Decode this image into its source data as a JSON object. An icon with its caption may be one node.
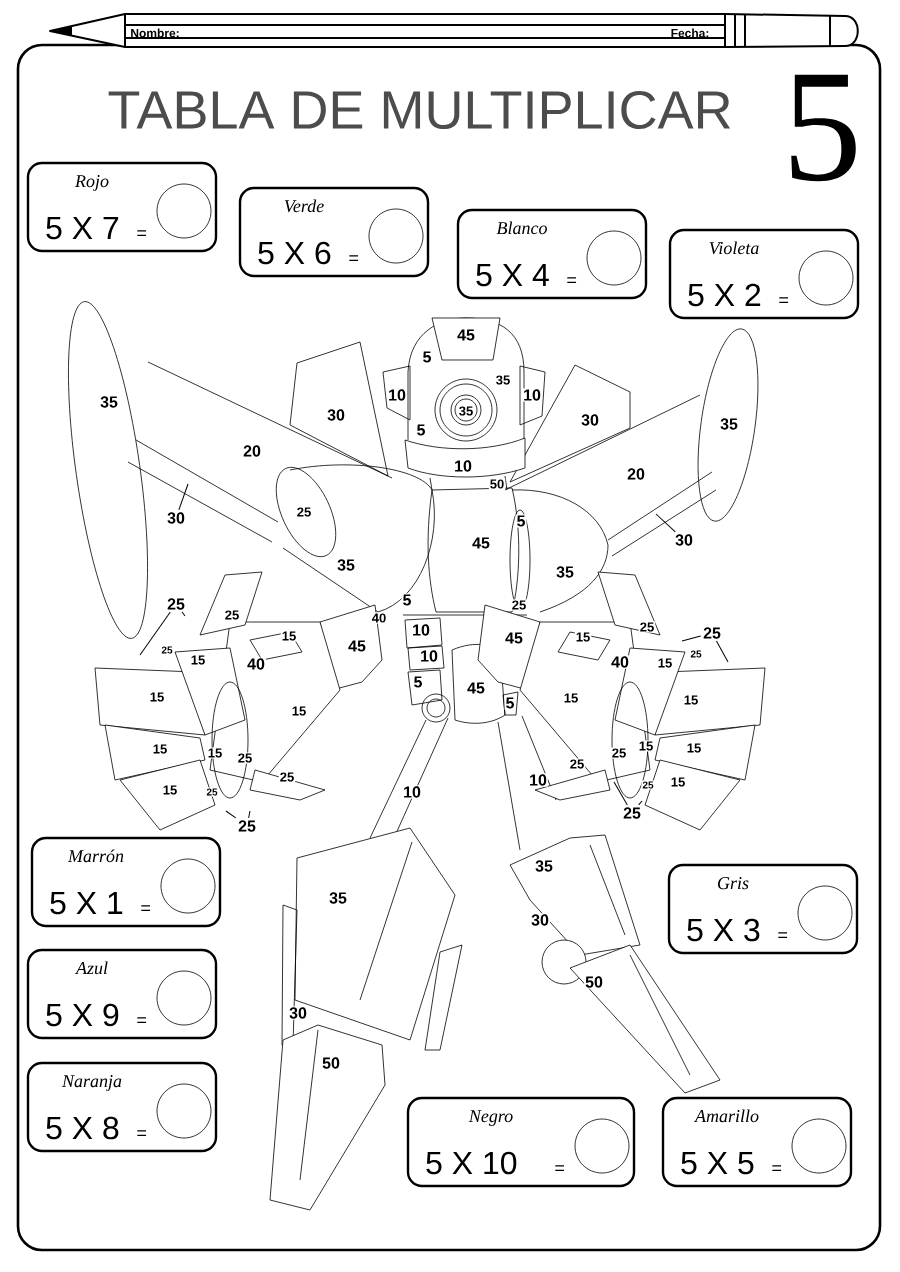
{
  "diagram": {
    "title": "TABLA DE MULTIPLICAR",
    "nodes": [
      {
        "text": [
          "Rojo",
          "5 X 7",
          "="
        ]
      },
      {
        "text": [
          "Verde",
          "5 X 6",
          "="
        ]
      },
      {
        "text": [
          "Blanco",
          "5 X 4",
          "="
        ]
      },
      {
        "text": [
          "Violeta",
          "5 X 2",
          "="
        ]
      },
      {
        "text": [
          "Marrón",
          "5 X 1",
          "="
        ]
      },
      {
        "text": [
          "Gris",
          "5 X 3",
          "="
        ]
      },
      {
        "text": [
          "Azul",
          "5 X 9",
          "="
        ]
      },
      {
        "text": [
          "Naranja",
          "5 X 8",
          "="
        ]
      },
      {
        "text": [
          "Negro",
          "5 X 10",
          "="
        ]
      },
      {
        "text": [
          "Amarillo",
          "5 X 5",
          "="
        ]
      },
      {
        "text": [
          "30"
        ]
      },
      {
        "text": [
          "30"
        ]
      },
      {
        "text": [
          "25"
        ]
      },
      {
        "text": [
          "25"
        ]
      },
      {
        "text": [
          "25"
        ]
      },
      {
        "text": [
          "25"
        ]
      }
    ],
    "edges": [
      {
        "from": 10,
        "to": null,
        "arrow": "none"
      },
      {
        "from": 11,
        "to": null,
        "arrow": "none"
      },
      {
        "from": 12,
        "to": null,
        "arrow": "none"
      },
      {
        "from": 12,
        "to": null,
        "arrow": "none"
      },
      {
        "from": 13,
        "to": null,
        "arrow": "none"
      },
      {
        "from": 13,
        "to": null,
        "arrow": "none"
      },
      {
        "from": 14,
        "to": null,
        "arrow": "none"
      },
      {
        "from": 14,
        "to": null,
        "arrow": "none"
      },
      {
        "from": 15,
        "to": null,
        "arrow": "none"
      },
      {
        "from": 15,
        "to": null,
        "arrow": "none"
      }
    ],
    "labels": [
      "Nombre:",
      "Fecha:",
      "5",
      "45",
      "5",
      "35",
      "35",
      "10",
      "10",
      "30",
      "5",
      "35",
      "30",
      "35",
      "20",
      "10",
      "50",
      "20",
      "25",
      "5",
      "45",
      "35",
      "35",
      "25",
      "15",
      "25",
      "40",
      "15",
      "45",
      "40",
      "5",
      "10",
      "10",
      "45",
      "25",
      "15",
      "40",
      "25",
      "15",
      "25",
      "15",
      "15",
      "5",
      "45",
      "5",
      "15",
      "15",
      "15",
      "15",
      "25",
      "25",
      "25",
      "15",
      "15",
      "15",
      "25",
      "25",
      "10",
      "10",
      "25",
      "15",
      "35",
      "35",
      "30",
      "50",
      "30",
      "50"
    ]
  }
}
